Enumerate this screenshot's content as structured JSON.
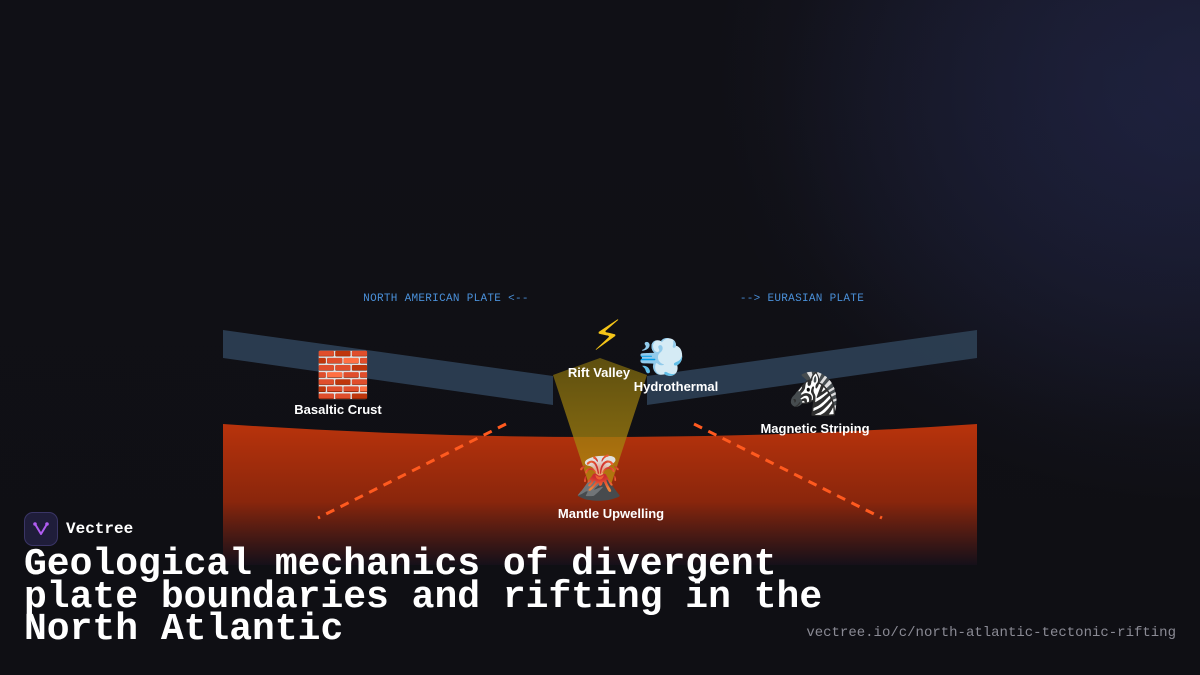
{
  "plates": {
    "left": "NORTH AMERICAN PLATE <--",
    "right": "--> EURASIAN PLATE"
  },
  "features": {
    "rift_valley": {
      "label": "Rift Valley",
      "icon": "lightning-icon",
      "glyph": "⚡"
    },
    "hydrothermal": {
      "label": "Hydrothermal",
      "icon": "steam-icon",
      "glyph": "💨"
    },
    "basaltic_crust": {
      "label": "Basaltic Crust",
      "icon": "brick-icon",
      "glyph": "🧱"
    },
    "magnetic_striping": {
      "label": "Magnetic Striping",
      "icon": "zebra-icon",
      "glyph": "🦓"
    },
    "mantle_upwelling": {
      "label": "Mantle Upwelling",
      "icon": "volcano-icon",
      "glyph": "🌋"
    }
  },
  "brand": {
    "name": "Vectree"
  },
  "title": "Geological mechanics of divergent plate boundaries and rifting in the North Atlantic",
  "url": "vectree.io/c/north-atlantic-tectonic-rifting",
  "colors": {
    "plate": "#2c3e52",
    "plate_label": "#4a90d9",
    "mantle_top": "#b8330c",
    "mantle_bottom": "#1a0d0d",
    "magma_cone": "#7a6a10",
    "convection_dash": "#ff5a1f",
    "background": "#0f0f14"
  }
}
